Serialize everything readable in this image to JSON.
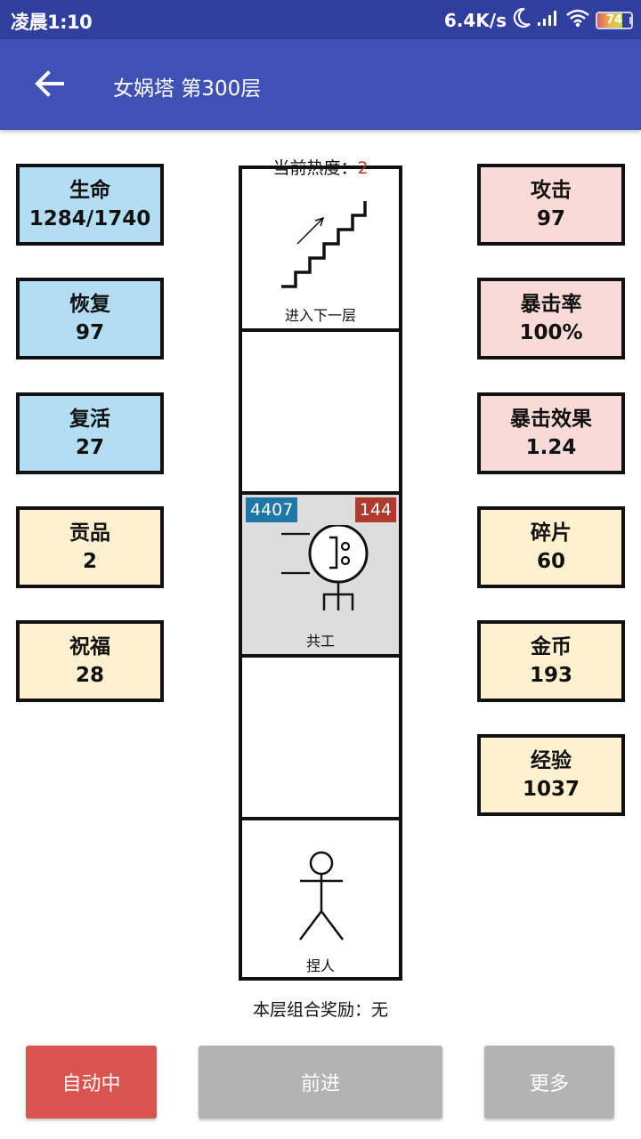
{
  "status_bar": {
    "time": "凌晨1:10",
    "net_speed": "6.4K/s",
    "battery_percent": 74,
    "battery_label": "74",
    "icons": [
      "moon-icon",
      "signal-icon",
      "wifi-icon",
      "battery-icon"
    ]
  },
  "app_bar": {
    "back_icon": "arrow-left-icon",
    "title": "女娲塔 第300层"
  },
  "left_stats": [
    {
      "label": "生命",
      "value": "1284/1740"
    },
    {
      "label": "恢复",
      "value": "97"
    },
    {
      "label": "复活",
      "value": "27"
    },
    {
      "label": "贡品",
      "value": "2"
    },
    {
      "label": "祝福",
      "value": "28"
    }
  ],
  "right_stats": [
    {
      "label": "攻击",
      "value": "97"
    },
    {
      "label": "暴击率",
      "value": "100%"
    },
    {
      "label": "暴击效果",
      "value": "1.24"
    },
    {
      "label": "碎片",
      "value": "60"
    },
    {
      "label": "金币",
      "value": "193"
    },
    {
      "label": "经验",
      "value": "1037"
    }
  ],
  "heat": {
    "label": "当前热度：",
    "value": "2"
  },
  "tower": {
    "cells": [
      {
        "type": "stairs",
        "label": "进入下一层",
        "icon": "stairs-up-icon"
      },
      {
        "type": "empty"
      },
      {
        "type": "monster",
        "label": "共工",
        "hp": "4407",
        "attack": "144",
        "icon": "monster-gonggong-icon"
      },
      {
        "type": "empty"
      },
      {
        "type": "player",
        "label": "捏人",
        "icon": "stick-figure-icon"
      }
    ]
  },
  "combo_reward": "本层组合奖励：无",
  "buttons": {
    "auto": "自动中",
    "forward": "前进",
    "more": "更多"
  },
  "colors": {
    "status_bar": "#303F9F",
    "app_bar": "#3F51B5",
    "stat_blue": "#B3DDF2",
    "stat_pink": "#FADAD6",
    "stat_cream": "#FFF1CF",
    "heat_value": "#C0392B",
    "hp_badge": "#1F77A8",
    "attack_badge": "#B03A2E",
    "auto_button": "#D9534F",
    "disabled_button": "#B3B3B3"
  }
}
